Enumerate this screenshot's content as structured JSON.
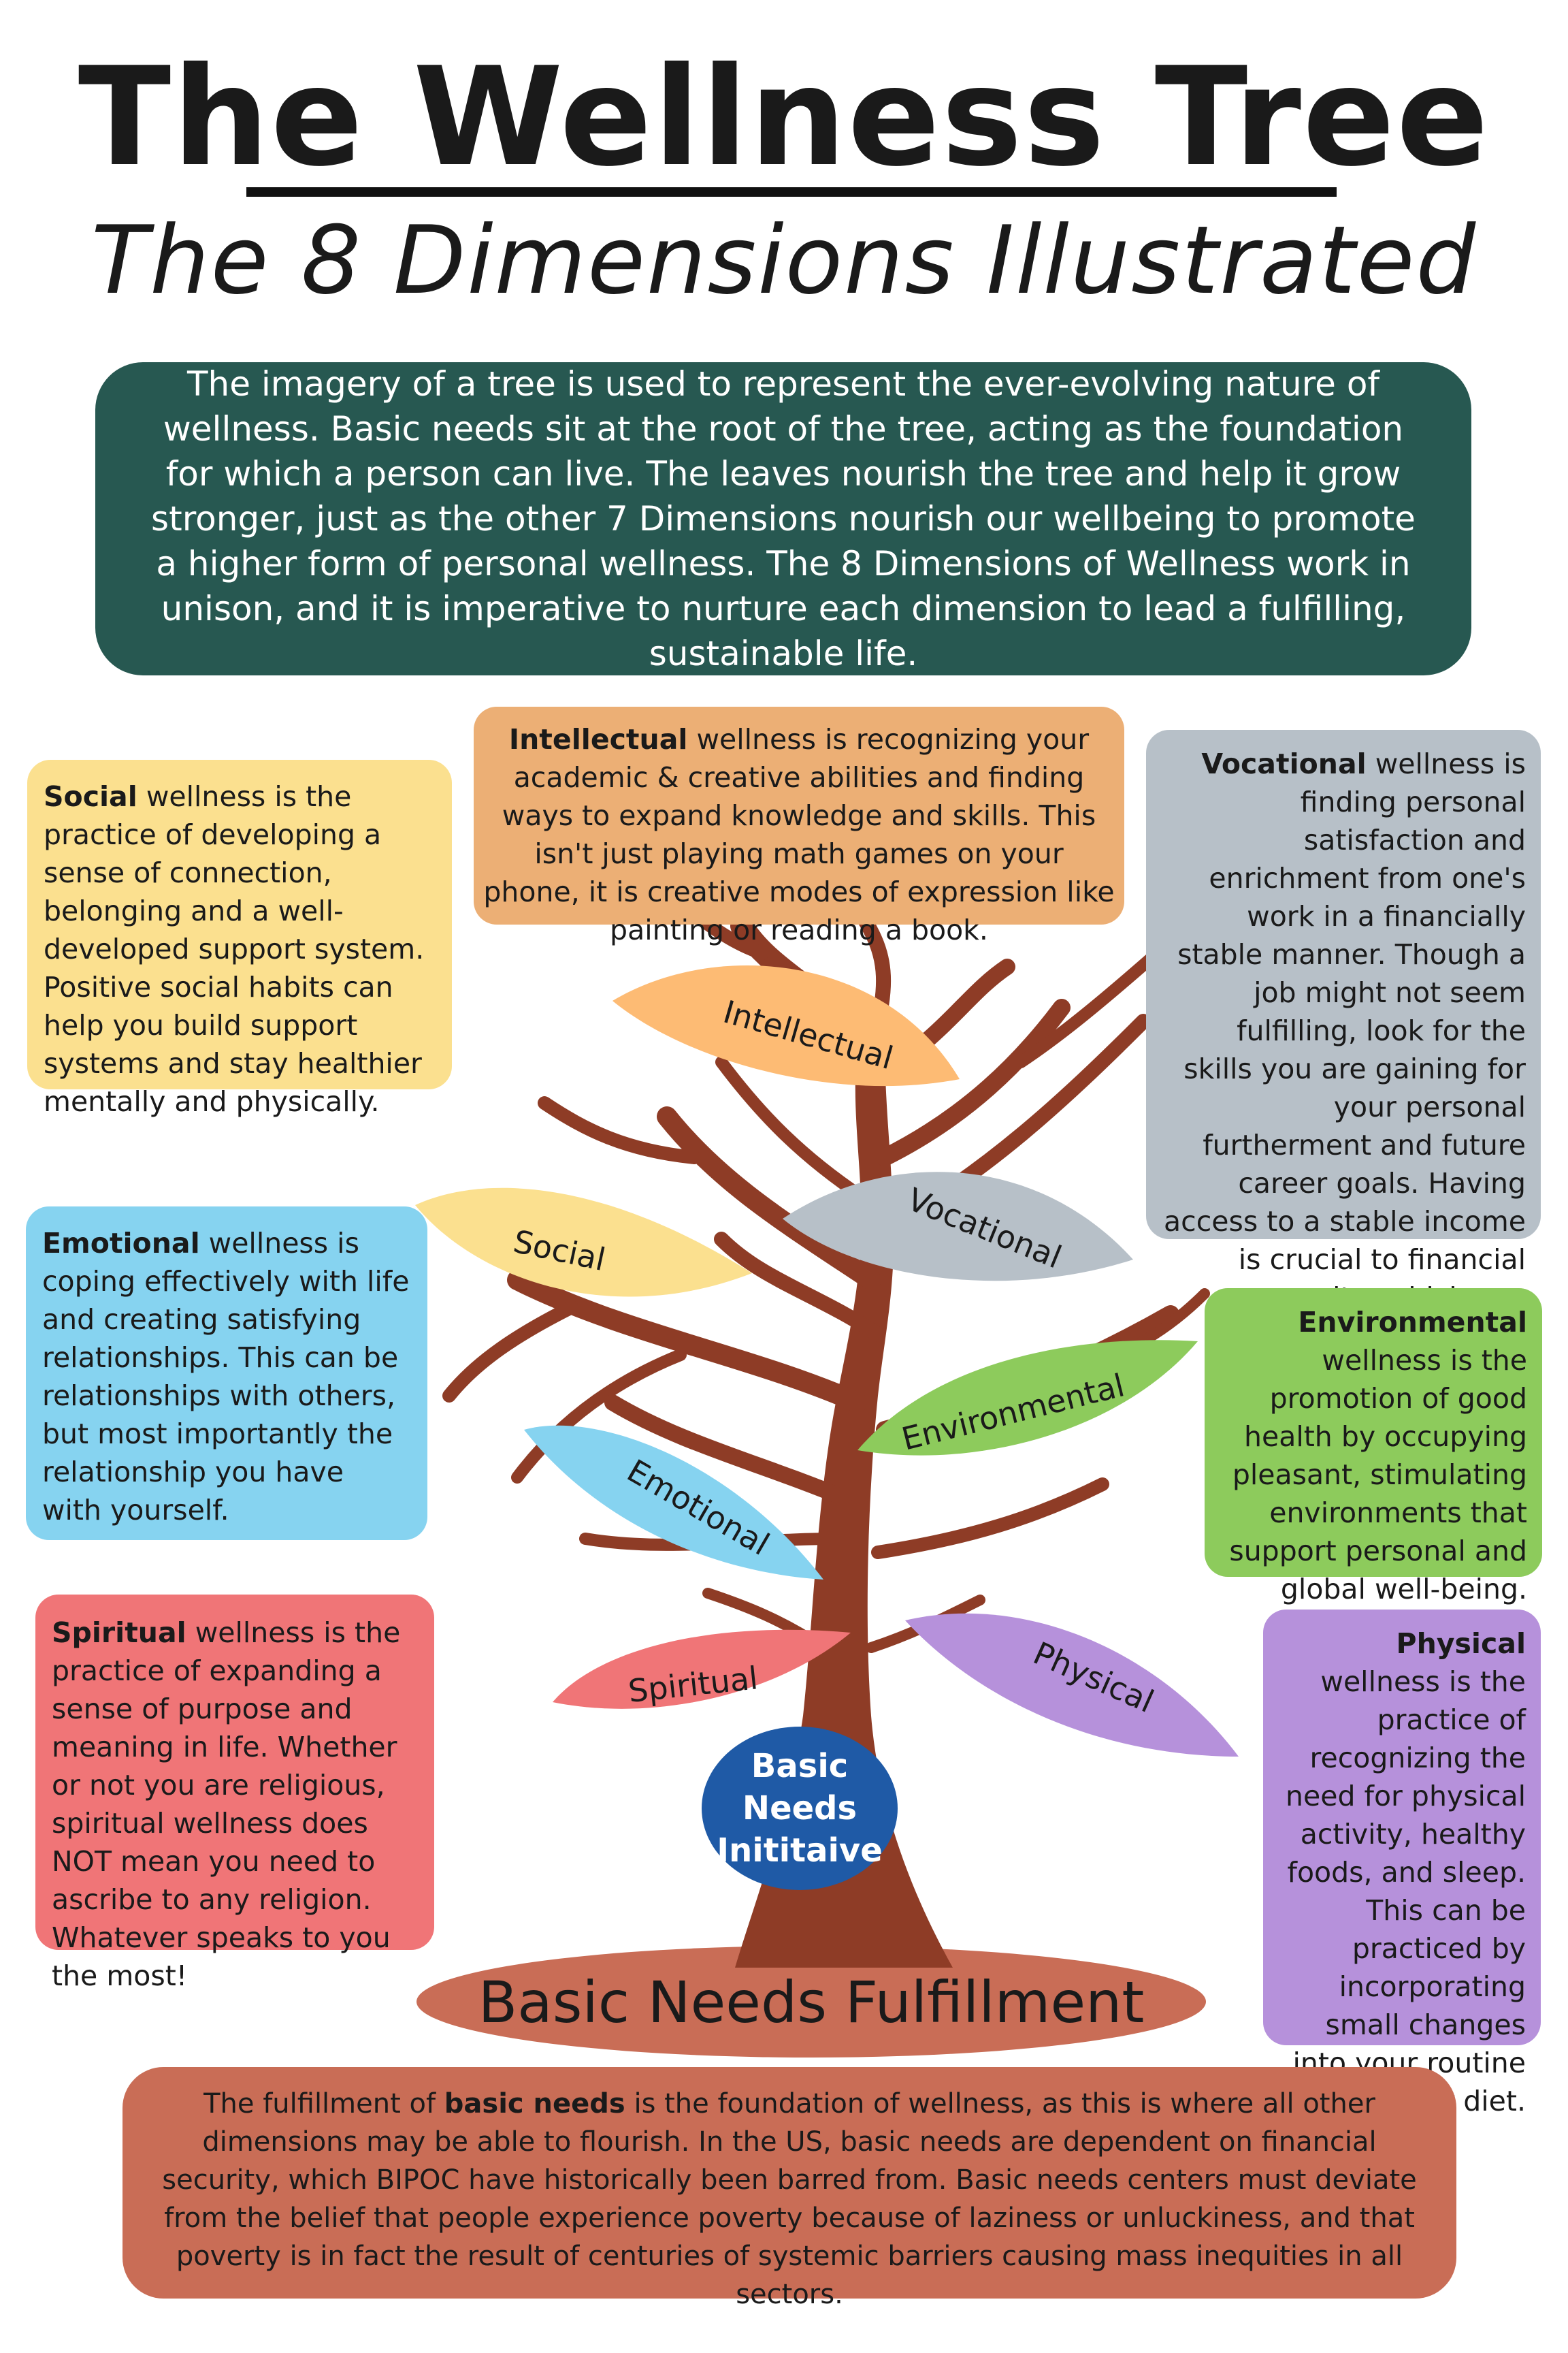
{
  "title": "The Wellness Tree",
  "subtitle": "The 8 Dimensions Illustrated",
  "intro": "The imagery of a tree is used to represent the ever-evolving nature of wellness. Basic needs sit at the root of the tree, acting as the foundation for which a person can live. The leaves nourish the tree and help it grow stronger, just as the other 7 Dimensions nourish our wellbeing to promote a higher form of personal wellness. The 8 Dimensions of Wellness work in unison, and it is imperative to nurture each dimension to lead a fulfilling, sustainable life.",
  "boxes": {
    "intellectual": {
      "term": "Intellectual",
      "text": " wellness is recognizing your academic & creative abilities and finding ways to expand knowledge and skills. This isn't just playing math games on your phone, it is creative modes of expression like painting or reading a book."
    },
    "social": {
      "term": "Social",
      "text": " wellness is the practice of developing a sense of connection, belonging and a well-developed support system. Positive social habits can help you build support systems and stay healthier mentally and physically."
    },
    "vocational": {
      "term": "Vocational",
      "text": " wellness is finding personal satisfaction and enrichment from one's work in a financially stable manner. Though a job might not seem fulfilling, look for the skills you are gaining for your personal furtherment and future career goals. Having access to a stable income is crucial to financial security, which can impact food & housing security."
    },
    "emotional": {
      "term": "Emotional",
      "text": " wellness is coping effectively with life and creating satisfying relationships. This can be relationships with others, but most importantly the relationship you have with yourself."
    },
    "environmental": {
      "term": "Environmental",
      "text": " wellness is the promotion of good health by occupying pleasant, stimulating environments that support personal and global well-being."
    },
    "spiritual": {
      "term": "Spiritual",
      "text": " wellness is the practice of expanding a sense of purpose and meaning in life. Whether or not you are religious, spiritual wellness does NOT mean you need to ascribe to any religion. Whatever speaks to you the most!"
    },
    "physical": {
      "term": "Physical",
      "text": " wellness is the practice of recognizing the need for physical activity, healthy foods, and sleep. This can be practiced by incorporating small changes into your routine or diet."
    }
  },
  "leaves": {
    "intellectual": "Intellectual",
    "social": "Social",
    "vocational": "Vocational",
    "environmental": "Environmental",
    "emotional": "Emotional",
    "spiritual": "Spiritual",
    "physical": "Physical"
  },
  "badge": {
    "line1": "Basic",
    "line2": "Needs",
    "line3": "Inititaive"
  },
  "foundation": "Basic Needs Fulfillment",
  "bottom": {
    "pre": "The fulfillment of ",
    "term": "basic needs",
    "text": " is the foundation of wellness, as this is where all other dimensions may be able to flourish. In the US, basic needs are dependent on financial security, which BIPOC have historically been barred from. Basic needs centers must deviate from the belief that people experience poverty because of laziness or unluckiness, and that poverty is in fact the result of centuries of systemic barriers causing mass inequities in all sectors."
  },
  "colors": {
    "intro_bg": "#275851",
    "trunk": "#8e3c26",
    "intellectual": "#ecaf75",
    "social": "#fbe08f",
    "vocational": "#b7c0c8",
    "emotional": "#86d3f0",
    "environmental": "#8dcb5c",
    "spiritual": "#f07577",
    "physical": "#b691db",
    "foundation": "#c96d56",
    "badge": "#1f5aa6"
  }
}
